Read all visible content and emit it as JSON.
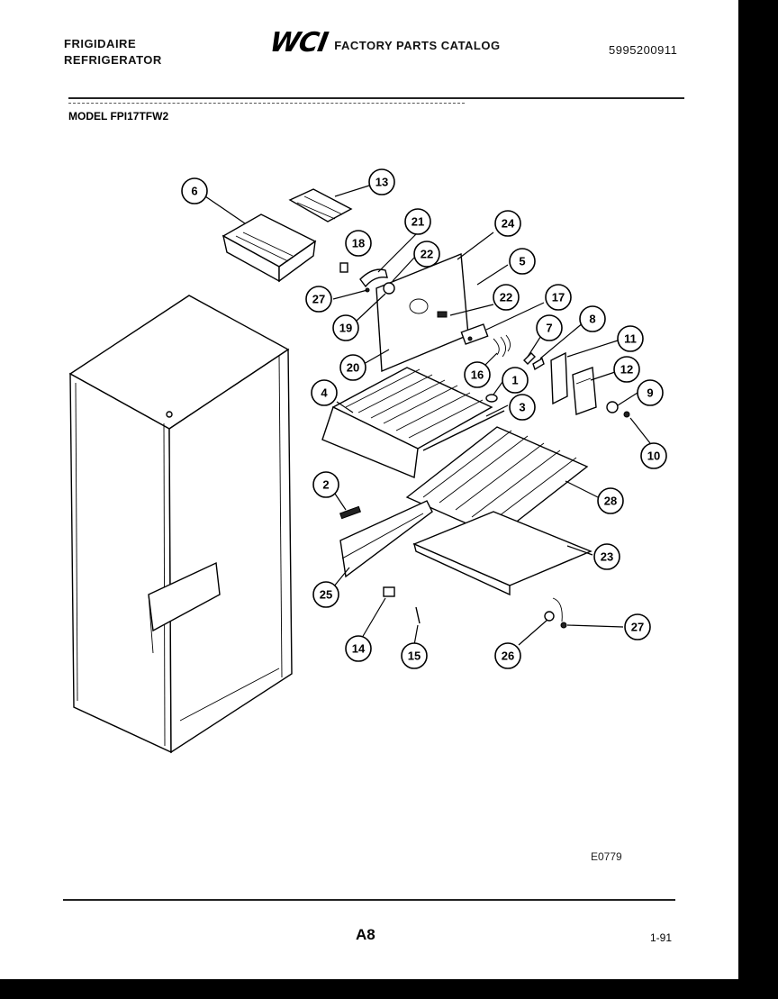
{
  "header": {
    "brand_line1": "FRIGIDAIRE",
    "brand_line2": "REFRIGERATOR",
    "logo_text": "WCI",
    "catalog_label": "FACTORY PARTS CATALOG",
    "part_number": "5995200911",
    "model": "MODEL FPI17TFW2"
  },
  "callouts": [
    "1",
    "2",
    "3",
    "4",
    "5",
    "6",
    "7",
    "8",
    "9",
    "10",
    "11",
    "12",
    "13",
    "14",
    "15",
    "16",
    "17",
    "18",
    "19",
    "20",
    "21",
    "22",
    "22",
    "23",
    "24",
    "25",
    "26",
    "27",
    "27",
    "28"
  ],
  "footer": {
    "drawing_code": "E0779",
    "page": "A8",
    "date": "1-91"
  }
}
